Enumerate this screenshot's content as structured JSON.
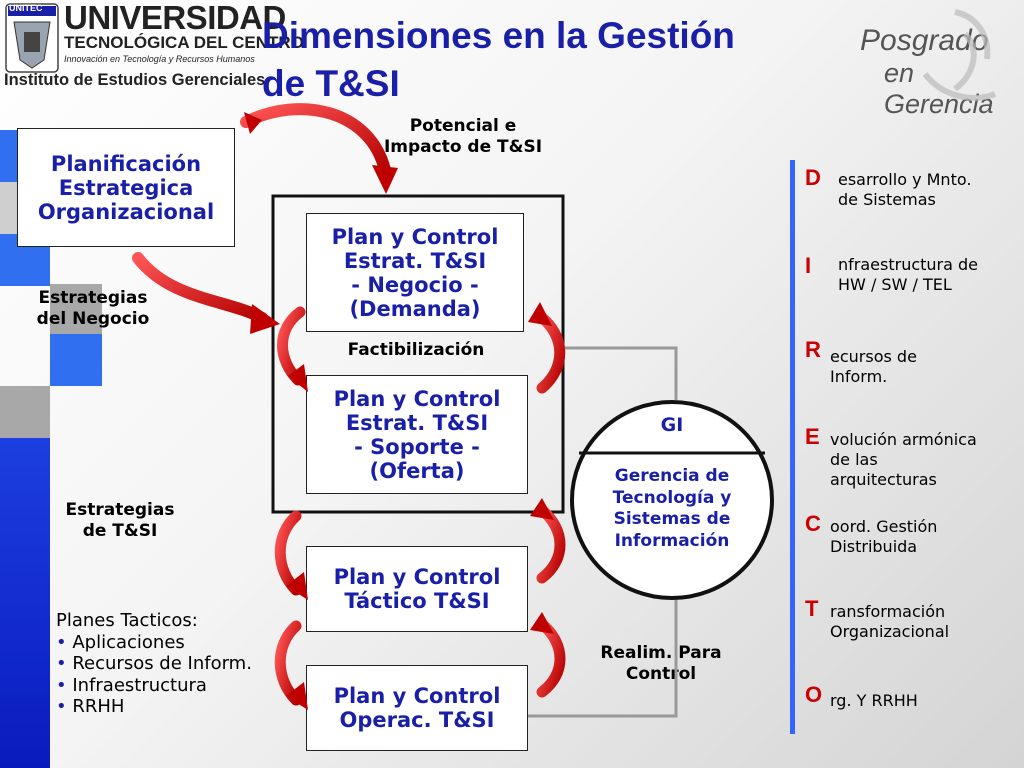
{
  "logo": {
    "badge": "UNITEC",
    "line1": "UNIVERSIDAD",
    "line2": "TECNOLÓGICA DEL CENTRO",
    "line3": "Innovación en Tecnología y Recursos Humanos",
    "line4": "Instituto de Estudios Gerenciales"
  },
  "brand": {
    "line1": "Posgrado",
    "line2": "en Gerencia"
  },
  "title": {
    "line1": "Dimensiones en la Gestión",
    "line2": "de T&SI"
  },
  "labels": {
    "potencial": [
      "Potencial e",
      "Impacto de T&SI"
    ],
    "estrategias_negocio": [
      "Estrategias",
      "del Negocio"
    ],
    "factibilizacion": "Factibilización",
    "estrategias_tsi": [
      "Estrategias",
      "de T&SI"
    ],
    "realim": [
      "Realim. Para",
      "Control"
    ]
  },
  "boxes": {
    "planificacion": [
      "Planificación",
      "Estrategica",
      "Organizacional"
    ],
    "plan_negocio": [
      "Plan y Control",
      "Estrat. T&SI",
      "- Negocio -",
      "(Demanda)"
    ],
    "plan_soporte": [
      "Plan y Control",
      "Estrat. T&SI",
      "- Soporte -",
      "(Oferta)"
    ],
    "plan_tactico": [
      "Plan y Control",
      "Táctico T&SI"
    ],
    "plan_operac": [
      "Plan y Control",
      "Operac. T&SI"
    ]
  },
  "gi": {
    "title": "GI",
    "desc": [
      "Gerencia de",
      "Tecnología y",
      "Sistemas de",
      "Información"
    ]
  },
  "planes_tacticos": {
    "heading": "Planes Tacticos:",
    "items": [
      "Aplicaciones",
      "Recursos de Inform.",
      "Infraestructura",
      "RRHH"
    ]
  },
  "acronym": [
    {
      "letter": "D",
      "text": [
        "esarrollo y Mnto.",
        "de Sistemas"
      ]
    },
    {
      "letter": "I",
      "text": [
        "nfraestructura de",
        "HW / SW / TEL"
      ]
    },
    {
      "letter": "R",
      "text": [
        "ecursos de",
        "Inform."
      ]
    },
    {
      "letter": "E",
      "text": [
        "volución armónica",
        "de las",
        "arquitecturas"
      ]
    },
    {
      "letter": "C",
      "text": [
        "oord. Gestión",
        "Distribuida"
      ]
    },
    {
      "letter": "T",
      "text": [
        "ransformación",
        "Organizacional"
      ]
    },
    {
      "letter": "O",
      "text": [
        "rg. Y RRHH"
      ]
    }
  ],
  "colors": {
    "title_blue": "#1a1fa8",
    "arrow_red": "#cc0000",
    "sidebar_blue": "#1e4fd8",
    "acronym_line": "#3366ff"
  }
}
